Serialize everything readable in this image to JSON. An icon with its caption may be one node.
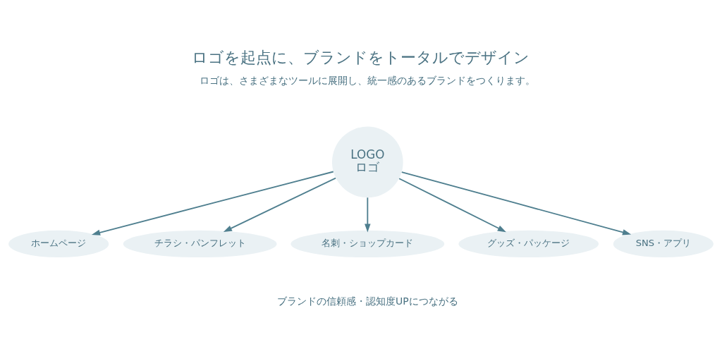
{
  "diagram": {
    "title": "ロゴを起点に、ブランドをトータルでデザイン",
    "nodes": [
      {
        "text": [
          "LOGO",
          "ロゴ"
        ]
      },
      {
        "text": [
          "ホームページ"
        ]
      },
      {
        "text": [
          "チラシ・パンフレット"
        ]
      },
      {
        "text": [
          "名刺・ショップカード"
        ]
      },
      {
        "text": [
          "グッズ・パッケージ"
        ]
      },
      {
        "text": [
          "SNS・アプリ"
        ]
      },
      {
        "text": [
          "ブランドの信頼感・認知度UPにつながる"
        ]
      }
    ],
    "edges": [
      {
        "from": 0,
        "to": 1,
        "arrow": "to"
      },
      {
        "from": 0,
        "to": 2,
        "arrow": "to"
      },
      {
        "from": 0,
        "to": 3,
        "arrow": "to"
      },
      {
        "from": 0,
        "to": 4,
        "arrow": "to"
      },
      {
        "from": 0,
        "to": 5,
        "arrow": "to"
      }
    ],
    "labels": [
      "ロゴは、さまざまなツールに展開し、統一感のあるブランドをつくります。"
    ]
  }
}
